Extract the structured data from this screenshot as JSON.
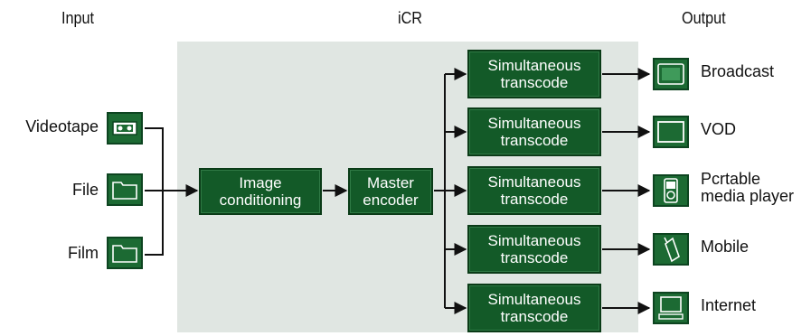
{
  "headings": {
    "input": "Input",
    "icr": "iCR",
    "output": "Output"
  },
  "inputs": [
    {
      "label": "Videotape",
      "icon": "videotape-icon"
    },
    {
      "label": "File",
      "icon": "folder-icon"
    },
    {
      "label": "Film",
      "icon": "folder-icon"
    }
  ],
  "stages": {
    "image_conditioning": {
      "line1": "Image",
      "line2": "conditioning"
    },
    "master_encoder": {
      "line1": "Master",
      "line2": "encoder"
    }
  },
  "transcodes": [
    {
      "line1": "Simultaneous",
      "line2": "transcode"
    },
    {
      "line1": "Simultaneous",
      "line2": "transcode"
    },
    {
      "line1": "Simultaneous",
      "line2": "transcode"
    },
    {
      "line1": "Simultaneous",
      "line2": "transcode"
    },
    {
      "line1": "Simultaneous",
      "line2": "transcode"
    }
  ],
  "outputs": [
    {
      "line1": "Broadcast",
      "line2": "",
      "icon": "broadcast-tv-icon"
    },
    {
      "line1": "VOD",
      "line2": "",
      "icon": "monitor-icon"
    },
    {
      "line1": "Pcrtable",
      "line2": "media player",
      "icon": "media-player-icon"
    },
    {
      "line1": "Mobile",
      "line2": "",
      "icon": "mobile-phone-icon"
    },
    {
      "line1": "Internet",
      "line2": "",
      "icon": "computer-icon"
    }
  ],
  "colors": {
    "box_green": "#135a28",
    "panel": "#e0e6e2",
    "line": "#111111"
  }
}
